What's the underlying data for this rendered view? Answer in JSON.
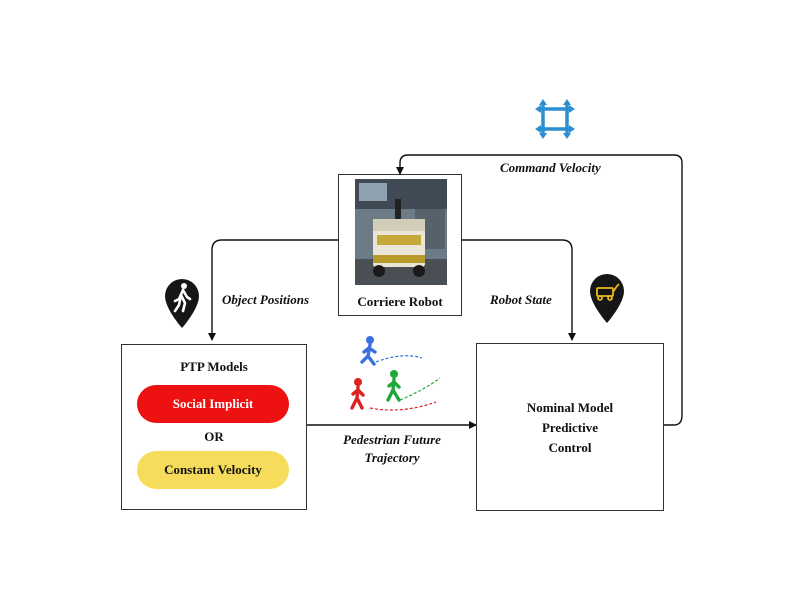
{
  "robot_box": {
    "caption": "Corriere Robot"
  },
  "ptp_box": {
    "title": "PTP Models",
    "option_a": "Social Implicit",
    "connector": "OR",
    "option_b": "Constant Velocity"
  },
  "mpc_box": {
    "line1": "Nominal Model",
    "line2": "Predictive",
    "line3": "Control"
  },
  "edges": {
    "object_positions": "Object Positions",
    "robot_state": "Robot State",
    "command_velocity": "Command Velocity",
    "trajectory_line1": "Pedestrian Future",
    "trajectory_line2": "Trajectory"
  },
  "icons": {
    "pedestrian_pin": "pedestrian-pin-icon",
    "robot_pin": "robot-pin-icon",
    "ros_logo": "ros-arrows-icon",
    "pedestrians": "walking-pedestrians-icon"
  },
  "colors": {
    "social_implicit": "#ee1111",
    "constant_velocity": "#f7dc5c",
    "ros_blue": "#2b8fd1",
    "pin_dark": "#161616",
    "robot_yellow": "#e9b91c"
  }
}
